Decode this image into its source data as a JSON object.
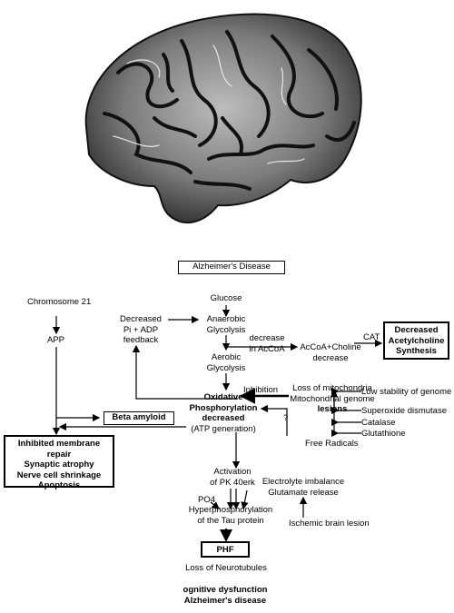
{
  "title": "Alzheimer's Disease",
  "nodes": {
    "chromosome": "Chromosome 21",
    "app": "APP",
    "glucose": "Glucose",
    "decreased_pi": [
      "Decreased",
      "Pi + ADP",
      "feedback"
    ],
    "anaerobic": [
      "Anaerobic",
      "Glycolysis"
    ],
    "decrease_acoa": [
      "decrease",
      "in AcCoA"
    ],
    "acoa_choline": [
      "AcCoA+Choline",
      "decrease"
    ],
    "cat": "CAT",
    "decreased_ach": [
      "Decreased",
      "Acetylcholine",
      "Synthesis"
    ],
    "aerobic": [
      "Aerobic",
      "Glycolysis"
    ],
    "inhibition": "Inhibition",
    "mito_lesions": [
      "Loss of mitochondria",
      "Mitochondrial genome",
      "lesions"
    ],
    "oxidative": [
      "Oxidative",
      "Phosphorylation",
      "decreased",
      "(ATP generation)"
    ],
    "question": "?",
    "beta_amyloid": "Beta amyloid",
    "low_stability": "Low stability of genome",
    "superoxide": "Superoxide dismutase",
    "catalase": "Catalase",
    "glutathione": "Glutathione",
    "free_radicals": "Free Radicals",
    "inhibited": [
      "Inhibited membrane repair",
      "Synaptic atrophy",
      "Nerve cell shrinkage",
      "Apoptosis"
    ],
    "activation": [
      "Activation",
      "of PK 40erk"
    ],
    "electrolyte": [
      "Electrolyte imbalance",
      "Glutamate release"
    ],
    "po4": "PO4",
    "hyperphos": [
      "Hyperphosphorylation",
      "of the Tau protein"
    ],
    "ischemic": "Ischemic brain lesion",
    "phf": "PHF",
    "loss_neurotubules": "Loss of Neurotubules",
    "cognitive": [
      "ognitive dysfunction",
      "Alzheimer's disease"
    ]
  }
}
